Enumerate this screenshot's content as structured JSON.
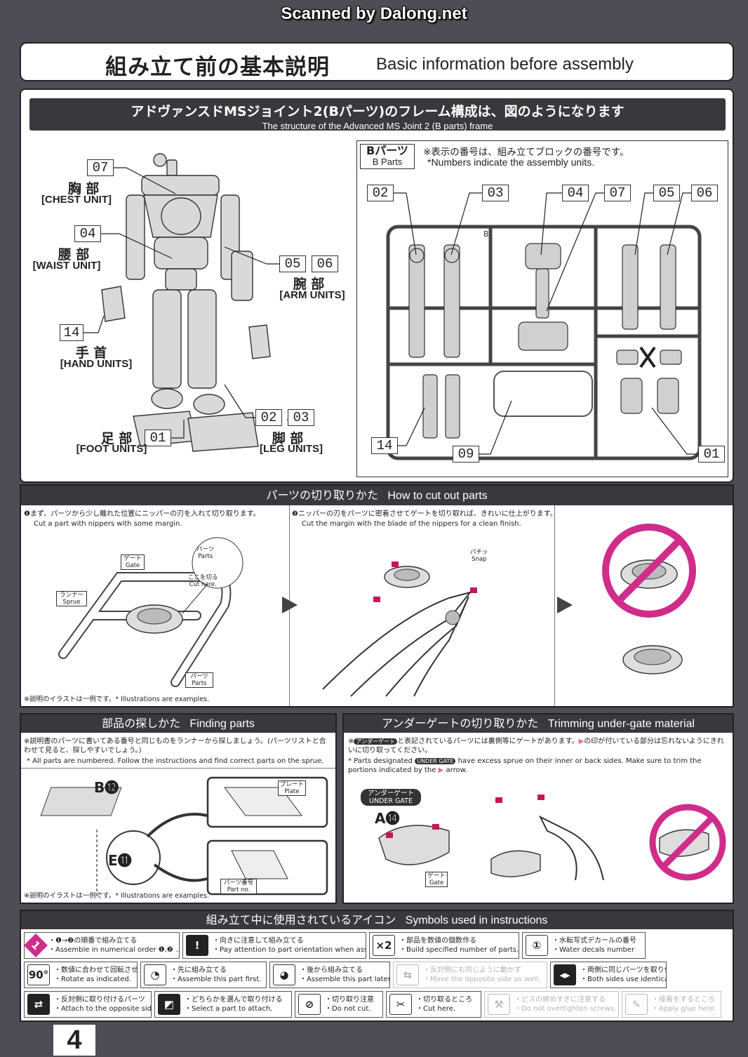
{
  "scanner": "Scanned by Dalong.net",
  "header": {
    "jp": "組み立て前の基本説明",
    "en": "Basic information before assembly"
  },
  "frame": {
    "jp": "アドヴァンスドMSジョイント2(Bパーツ)のフレーム構成は、図のようになります",
    "en": "The structure of the Advanced MS Joint 2 (B parts) frame"
  },
  "units": [
    {
      "nums": [
        "07"
      ],
      "jp": "胸 部",
      "en": "[CHEST UNIT]"
    },
    {
      "nums": [
        "04"
      ],
      "jp": "腰 部",
      "en": "[WAIST UNIT]"
    },
    {
      "nums": [
        "05",
        "06"
      ],
      "jp": "腕 部",
      "en": "[ARM UNITS]"
    },
    {
      "nums": [
        "14"
      ],
      "jp": "手 首",
      "en": "[HAND UNITS]"
    },
    {
      "nums": [
        "01"
      ],
      "jp": "足 部",
      "en": "[FOOT UNITS]"
    },
    {
      "nums": [
        "02",
        "03"
      ],
      "jp": "脚 部",
      "en": "[LEG UNITS]"
    }
  ],
  "bparts": {
    "title_jp": "Bパーツ",
    "title_en": "B Parts",
    "note_jp": "※表示の番号は、組み立てブロックの番号です。",
    "note_en": "*Numbers indicate the assembly units.",
    "runner_letter": "B",
    "labels": [
      "02",
      "03",
      "04",
      "07",
      "05",
      "06",
      "14",
      "09",
      "01"
    ]
  },
  "cut": {
    "bar_jp": "パーツの切り取りかた",
    "bar_en": "How to cut out parts",
    "step1_jp": "❶まず、パーツから少し離れた位置にニッパーの刃を入れて切り取ります。",
    "step1_en": "Cut a part with nippers with some margin.",
    "step2_jp": "❷ニッパーの刃をパーツに密着させてゲートを切り取れば、きれいに仕上がります。",
    "step2_en": "Cut the margin with the blade of the nippers for a clean finish.",
    "labels": {
      "gate_jp": "ゲート",
      "gate_en": "Gate",
      "parts_jp": "パーツ",
      "parts_en": "Parts",
      "cut_jp": "ここを切る",
      "cut_en": "Cut here.",
      "runner_jp": "ランナー",
      "runner_en": "Sprue",
      "snap_jp": "パチッ",
      "snap_en": "Snap"
    },
    "footnote": "※説明のイラストは一例です。* Illustrations are examples."
  },
  "finding": {
    "bar_jp": "部品の探しかた",
    "bar_en": "Finding parts",
    "note_jp": "※説明書のパーツに書いてある番号と同じものをランナーから探しましょう。(パーツリストと合わせて見ると、探しやすいでしょう。)",
    "note_en": "* All parts are numbered. Follow the instructions and find correct parts on the sprue.",
    "b_label": "B⓬",
    "e_label": "E⓫",
    "plate_jp": "プレート",
    "plate_en": "Plate",
    "partno_jp": "パーツ番号",
    "partno_en": "Part no.",
    "footnote": "※説明のイラストは一例です。* Illustrations are examples."
  },
  "under": {
    "bar_jp": "アンダーゲートの切り取りかた",
    "bar_en": "Trimming under-gate material",
    "note_jp1": "※",
    "badge": "アンダーゲート",
    "note_jp2": "と表記されているパーツには裏側等にゲートがあります。",
    "note_jp3": "の印が付いている部分は忘れないようにきれいに切り取ってください。",
    "note_en1": "* Parts designated",
    "badge_en": "UNDER GATE",
    "note_en2": "have excess sprue on their inner or back sides. Make sure to trim the portions indicated by the",
    "note_en3": "arrow.",
    "tag_jp": "アンダーゲート",
    "tag_en": "UNDER GATE",
    "a_label": "A⓮",
    "gate_jp": "ゲート",
    "gate_en": "Gate"
  },
  "symbols": {
    "bar_jp": "組み立て中に使用されているアイコン",
    "bar_en": "Symbols used in instructions",
    "items": [
      {
        "icon": "numbered-order-icon",
        "glyph": "1",
        "jp": "・❶→❷の順番で組み立てる",
        "en": "・Assemble in numerical order ❶,❷ …",
        "faded": false
      },
      {
        "icon": "attention-icon",
        "glyph": "!",
        "jp": "・向きに注意して組み立てる",
        "en": "・Pay attention to part orientation when assembling.",
        "faded": false
      },
      {
        "icon": "multiply-icon",
        "glyph": "×2",
        "jp": "・部品を数値の個数作る",
        "en": "・Build specified number of parts.",
        "faded": false
      },
      {
        "icon": "water-decal-icon",
        "glyph": "①",
        "jp": "・水転写式デカールの番号",
        "en": "・Water decals number",
        "faded": false
      },
      {
        "icon": "rotate-icon",
        "glyph": "90°",
        "jp": "・数値に合わせて回転させる",
        "en": "・Rotate as indicated.",
        "faded": false
      },
      {
        "icon": "assemble-first-icon",
        "glyph": "◔",
        "jp": "・先に組み立てる",
        "en": "・Assemble this part first.",
        "faded": false
      },
      {
        "icon": "assemble-later-icon",
        "glyph": "◕",
        "jp": "・後から組み立てる",
        "en": "・Assemble this part later.",
        "faded": false
      },
      {
        "icon": "move-opposite-icon",
        "glyph": "⇆",
        "jp": "・反対側にも同じように動かす",
        "en": "・Move the opposite side as well.",
        "faded": true
      },
      {
        "icon": "both-sides-icon",
        "glyph": "◂▸",
        "jp": "・両側に同じパーツを取り付ける",
        "en": "・Both sides use identical parts.",
        "faded": false
      },
      {
        "icon": "opposite-side-icon",
        "glyph": "⇄",
        "jp": "・反対側に取り付けるパーツ",
        "en": "・Attach to the opposite side.",
        "faded": false
      },
      {
        "icon": "select-part-icon",
        "glyph": "◩",
        "jp": "・どちらかを選んで取り付ける",
        "en": "・Select a part to attach.",
        "faded": false
      },
      {
        "icon": "do-not-cut-icon",
        "glyph": "⊘",
        "jp": "・切り取り注意",
        "en": "・Do not cut.",
        "faded": false
      },
      {
        "icon": "cut-here-icon",
        "glyph": "✂",
        "jp": "・切り取るところ",
        "en": "・Cut here.",
        "faded": false
      },
      {
        "icon": "screw-icon",
        "glyph": "⚒",
        "jp": "・ビスの締めすぎに注意する",
        "en": "・Do not overtighten screws.",
        "faded": true
      },
      {
        "icon": "glue-icon",
        "glyph": "✎",
        "jp": "・接着をするところ",
        "en": "・Apply glue here.",
        "faded": true
      }
    ]
  },
  "page_number": "4"
}
